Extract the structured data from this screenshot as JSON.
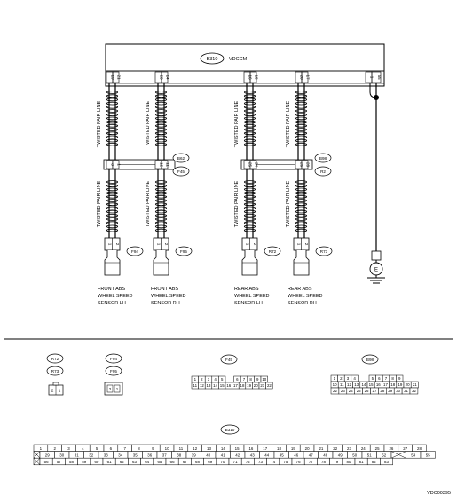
{
  "module": {
    "code": "B310",
    "name": "VDCCM"
  },
  "pins": {
    "p19": "19",
    "p21": "21",
    "p23": "23",
    "p14": "14",
    "p16": "16",
    "p18": "18",
    "p20": "20",
    "p17": "17",
    "p1": "1",
    "p55": "55"
  },
  "connectors": {
    "b62": "B62",
    "f45": "F45",
    "b98": "B98",
    "r2": "R2",
    "f94": "F94",
    "f95": "F95",
    "r72": "R72",
    "r73": "R73"
  },
  "junction_pins": {
    "f45_a": "3",
    "f45_b": "1",
    "f45_c": "12",
    "f45_d": "11",
    "r2_a": "25",
    "r2_b": "24",
    "r2_c": "26",
    "r2_d": "28"
  },
  "sensor_pins": {
    "one": "1",
    "two": "2"
  },
  "twisted_pair_label": "TWISTED PAIR LINE",
  "ground_symbol": "E",
  "sensors": {
    "s1": [
      "FRONT ABS",
      "WHEEL SPEED",
      "SENSOR LH"
    ],
    "s2": [
      "FRONT ABS",
      "WHEEL SPEED",
      "SENSOR RH"
    ],
    "s3": [
      "REAR ABS",
      "WHEEL SPEED",
      "SENSOR LH"
    ],
    "s4": [
      "REAR ABS",
      "WHEEL SPEED",
      "SENSOR RH"
    ]
  },
  "legend": {
    "r_labels": [
      "R72",
      "R73"
    ],
    "f_labels": [
      "F94",
      "F95"
    ],
    "two_pin_face": [
      "2",
      "1"
    ],
    "f45_label": "F45",
    "f45_top": [
      "1",
      "2",
      "3",
      "4",
      "5",
      "6",
      "7",
      "8",
      "9",
      "10"
    ],
    "f45_bottom": [
      "11",
      "12",
      "13",
      "14",
      "15",
      "16",
      "17",
      "18",
      "19",
      "20",
      "21",
      "22"
    ],
    "b98_label": "B98",
    "b98_row1": [
      "1",
      "2",
      "3",
      "4",
      "5",
      "6",
      "7",
      "8",
      "9"
    ],
    "b98_row2": [
      "10",
      "11",
      "12",
      "13",
      "14",
      "15",
      "16",
      "17",
      "18",
      "19",
      "20",
      "21"
    ],
    "b98_row3": [
      "22",
      "23",
      "24",
      "25",
      "26",
      "27",
      "28",
      "29",
      "30",
      "31",
      "32"
    ],
    "b310_label": "B310",
    "b310_row1": [
      "1",
      "2",
      "3",
      "4",
      "5",
      "6",
      "7",
      "8",
      "9",
      "10",
      "11",
      "12",
      "13",
      "14",
      "15",
      "16",
      "17",
      "18",
      "19",
      "20",
      "21",
      "22",
      "23",
      "24",
      "25",
      "26",
      "27",
      "28"
    ],
    "b310_row2": [
      "29",
      "30",
      "31",
      "32",
      "33",
      "34",
      "35",
      "36",
      "37",
      "38",
      "39",
      "40",
      "41",
      "42",
      "43",
      "44",
      "45",
      "46",
      "47",
      "48",
      "49",
      "50",
      "51",
      "52",
      "53",
      "54",
      "55"
    ],
    "b310_row3": [
      "56",
      "57",
      "58",
      "59",
      "60",
      "61",
      "62",
      "63",
      "64",
      "65",
      "66",
      "67",
      "68",
      "69",
      "70",
      "71",
      "72",
      "73",
      "74",
      "75",
      "76",
      "77",
      "78",
      "79",
      "80",
      "81",
      "82",
      "83"
    ]
  },
  "diagram_id": "VDC00395"
}
